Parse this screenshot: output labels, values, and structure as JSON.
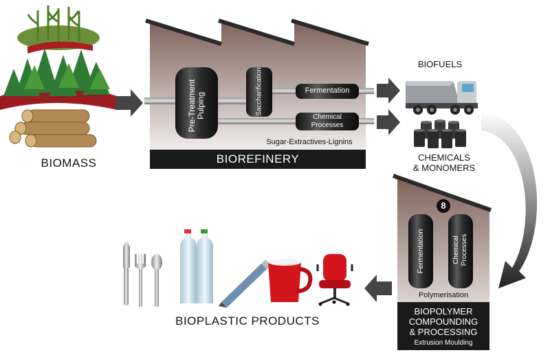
{
  "biomass": {
    "label": "BIOMASS"
  },
  "biorefinery": {
    "label": "BIOREFINERY",
    "subtitle": "Sugar-Extractives-Lignins",
    "units": {
      "pretreatment": "Pre-Treatment Pulping",
      "saccharification": "Saccharification",
      "fermentation": "Fermentation",
      "chemical": "Chemical Processes"
    }
  },
  "outputs": {
    "biofuels": "BIOFUELS",
    "chemicals_line1": "CHEMICALS",
    "chemicals_line2": "& MONOMERS"
  },
  "biopolymer": {
    "badge": "8",
    "tank_fermentation": "Fermentation",
    "tank_chemical": "Chemical Processes",
    "polymerisation": "Polymerisation",
    "title_line1": "BIOPOLYMER",
    "title_line2": "COMPOUNDING",
    "title_line3": "& PROCESSING",
    "subtitle": "Extrusion Moulding"
  },
  "products": {
    "label": "BIOPLASTIC PRODUCTS"
  },
  "colors": {
    "factory_wall": "#8a6e63",
    "factory_dark": "#1a1a1a",
    "tank": "#2b2b2b",
    "arrow": "#444444"
  }
}
